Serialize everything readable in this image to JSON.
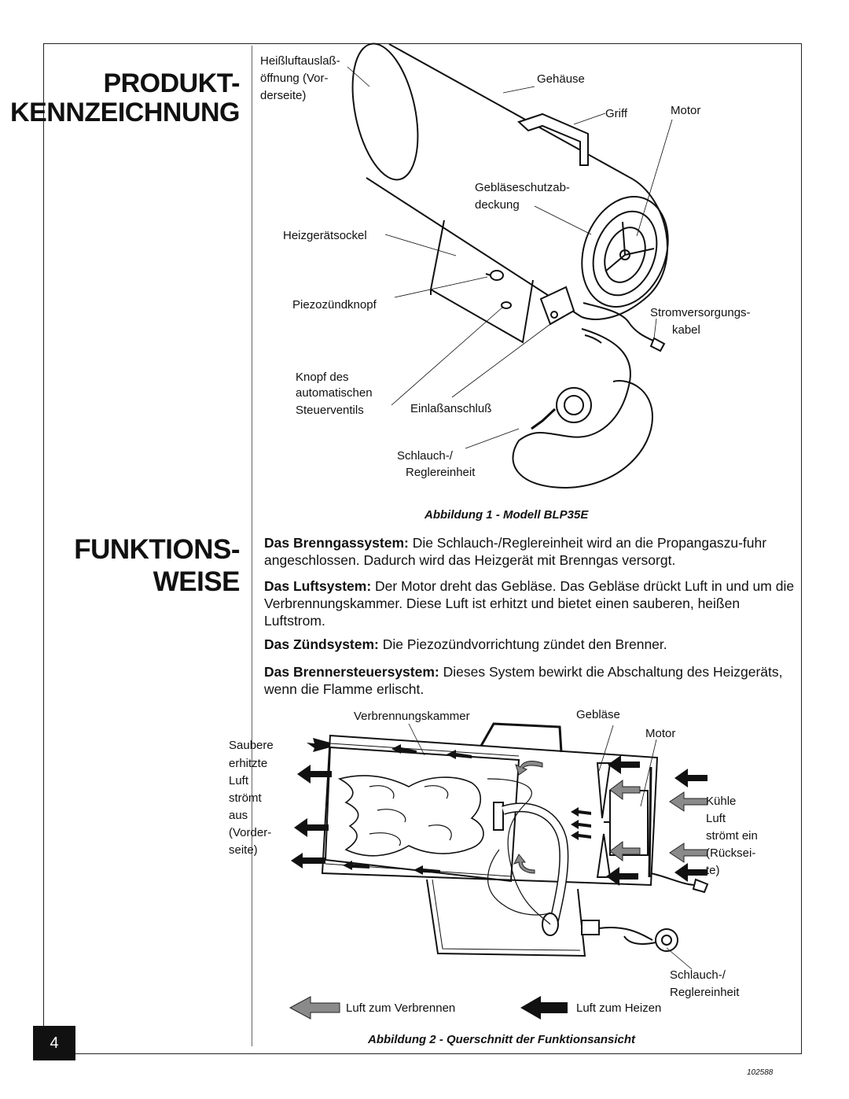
{
  "page_number": "4",
  "doc_number": "102588",
  "headings": {
    "produkt_line1": "PRODUKT-",
    "produkt_line2": "KENNZEICHNUNG",
    "funktion_line1": "FUNKTIONS-",
    "funktion_line2": "WEISE"
  },
  "figure1": {
    "caption": "Abbildung 1 - Modell BLP35E",
    "labels": {
      "hot_air_outlet": [
        "Heißluftauslaß-",
        "öffnung (Vor-",
        "derseite)"
      ],
      "housing": "Gehäuse",
      "handle": "Griff",
      "motor": "Motor",
      "fan_guard": [
        "Gebläseschutzab-",
        "deckung"
      ],
      "heater_base": "Heizgerätsockel",
      "piezo_button": "Piezozündknopf",
      "power_cord": [
        "Stromversorgungs-",
        "kabel"
      ],
      "control_valve_knob": [
        "Knopf des",
        "automatischen",
        "Steuerventils"
      ],
      "inlet_fitting": "Einlaßanschluß",
      "hose_regulator": [
        "Schlauch-/",
        "Reglereinheit"
      ]
    }
  },
  "sections": [
    {
      "title": "Das Brenngassystem:",
      "text": " Die Schlauch-/Reglereinheit wird an die Propangaszu-fuhr angeschlossen. Dadurch wird das Heiz­gerät mit Brenngas versorgt."
    },
    {
      "title": "Das Luftsystem:",
      "text": " Der Motor dreht das Gebläse. Das Gebläse drückt Luft in und um die Verbrennungskammer. Diese Luft ist erhitzt und bietet einen sauberen, heißen Luftstrom."
    },
    {
      "title": "Das Zündsystem:",
      "text": " Die Piezozündvorrichtung zündet den Brenner."
    },
    {
      "title": "Das Brennersteuersystem:",
      "text": " Dieses System bewirkt die Abschaltung des Heizgeräts, wenn die Flamme erlischt."
    }
  ],
  "figure2": {
    "caption": "Abbildung 2 - Querschnitt der Funktionsansicht",
    "labels": {
      "combustion_chamber": "Verbrennungskammer",
      "fan": "Gebläse",
      "motor": "Motor",
      "clean_air_out": [
        "Saubere",
        "erhitzte",
        "Luft",
        "strömt",
        "aus",
        "(Vorder-",
        "seite)"
      ],
      "cool_air_in": [
        "Kühle",
        "Luft",
        "strömt ein",
        "(Rücksei-",
        "te)"
      ],
      "hose_regulator": [
        "Schlauch-/",
        "Reglereinheit"
      ]
    },
    "legend": {
      "combustion_air": "Luft zum Verbrennen",
      "heating_air": "Luft zum Heizen",
      "combustion_air_color": "#8a8a8a",
      "heating_air_color": "#111111"
    }
  }
}
